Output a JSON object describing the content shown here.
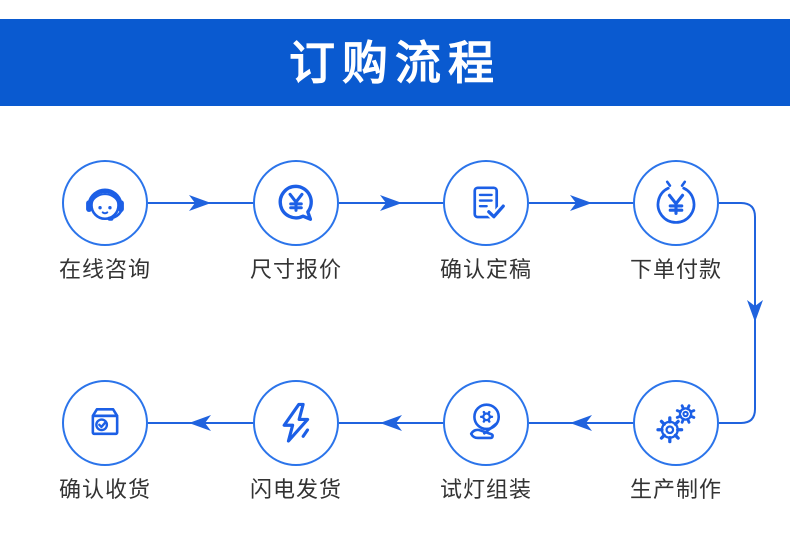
{
  "header": {
    "title": "订购流程"
  },
  "colors": {
    "banner_blue": "#0A5AD0",
    "icon_blue": "#1C5FE6",
    "connector_blue": "#2063DE",
    "circle_border_blue": "#2B74EA",
    "label_text": "#333333",
    "title_text": "#FFFFFF"
  },
  "flow": {
    "rows": [
      {
        "arrow_direction": "right",
        "steps": [
          {
            "label": "在线咨询",
            "icon": "headset-agent-icon"
          },
          {
            "label": "尺寸报价",
            "icon": "quote-bubble-icon"
          },
          {
            "label": "确认定稿",
            "icon": "document-check-icon"
          },
          {
            "label": "下单付款",
            "icon": "coin-yuan-icon"
          }
        ]
      },
      {
        "arrow_direction": "left",
        "steps": [
          {
            "label": "确认收货",
            "icon": "package-check-icon"
          },
          {
            "label": "闪电发货",
            "icon": "lightning-icon"
          },
          {
            "label": "试灯组装",
            "icon": "hand-assembly-icon"
          },
          {
            "label": "生产制作",
            "icon": "gears-icon"
          }
        ]
      }
    ]
  }
}
